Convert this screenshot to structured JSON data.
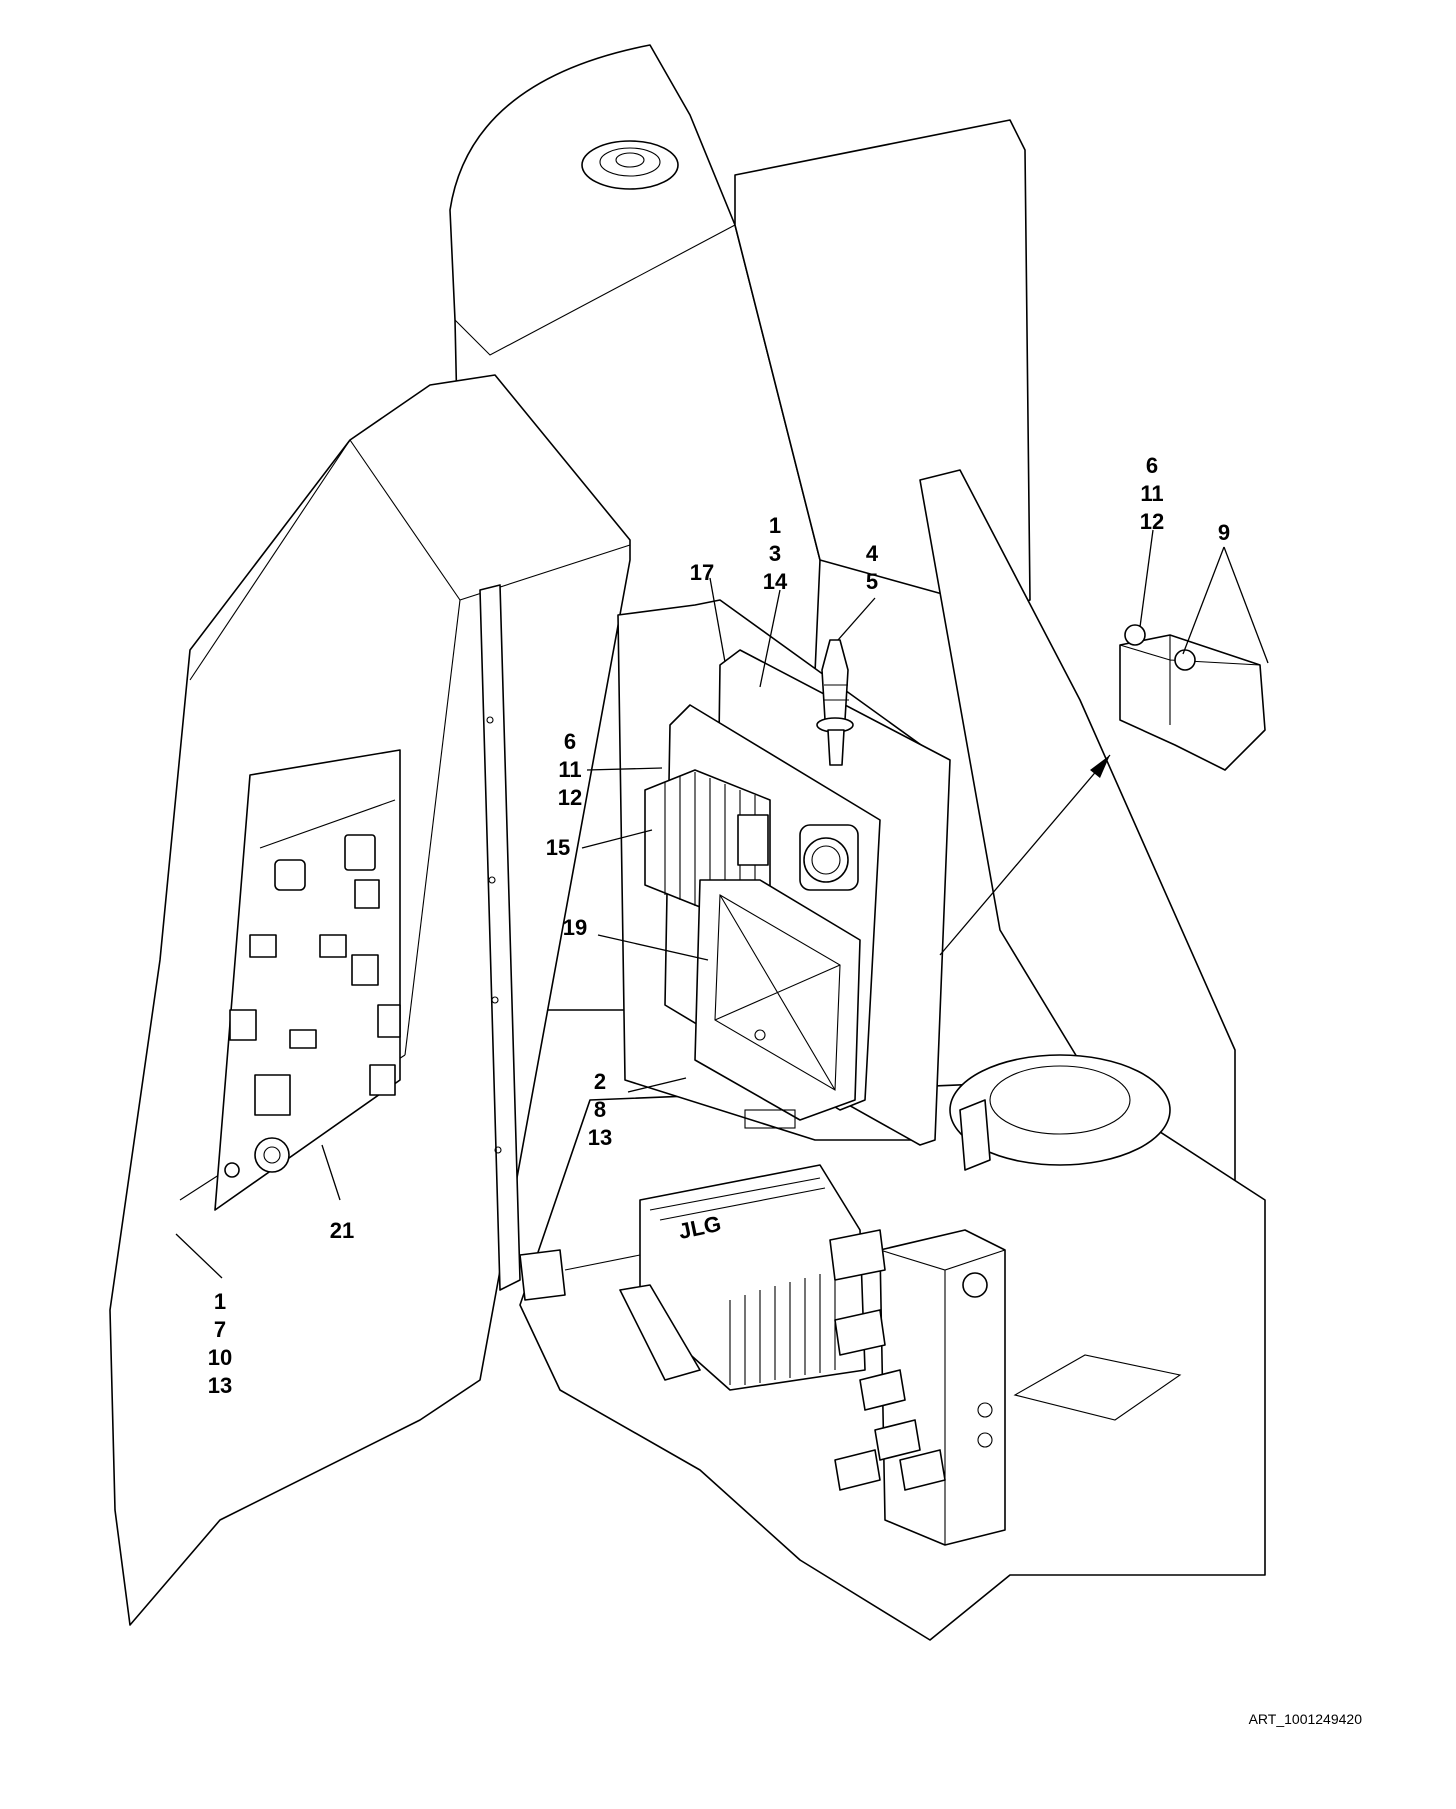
{
  "art_id": "ART_1001249420",
  "callouts": {
    "top_main": [
      "1",
      "3",
      "14"
    ],
    "c17": "17",
    "c4_5": [
      "4",
      "5"
    ],
    "left_mod": [
      "6",
      "11",
      "12"
    ],
    "c15": "15",
    "c19": "19",
    "lower_main": [
      "2",
      "8",
      "13"
    ],
    "c21": "21",
    "bottom_left": [
      "1",
      "7",
      "10",
      "13"
    ],
    "detail": [
      "6",
      "11",
      "12"
    ],
    "c9": "9"
  },
  "logo_text": "JLG"
}
